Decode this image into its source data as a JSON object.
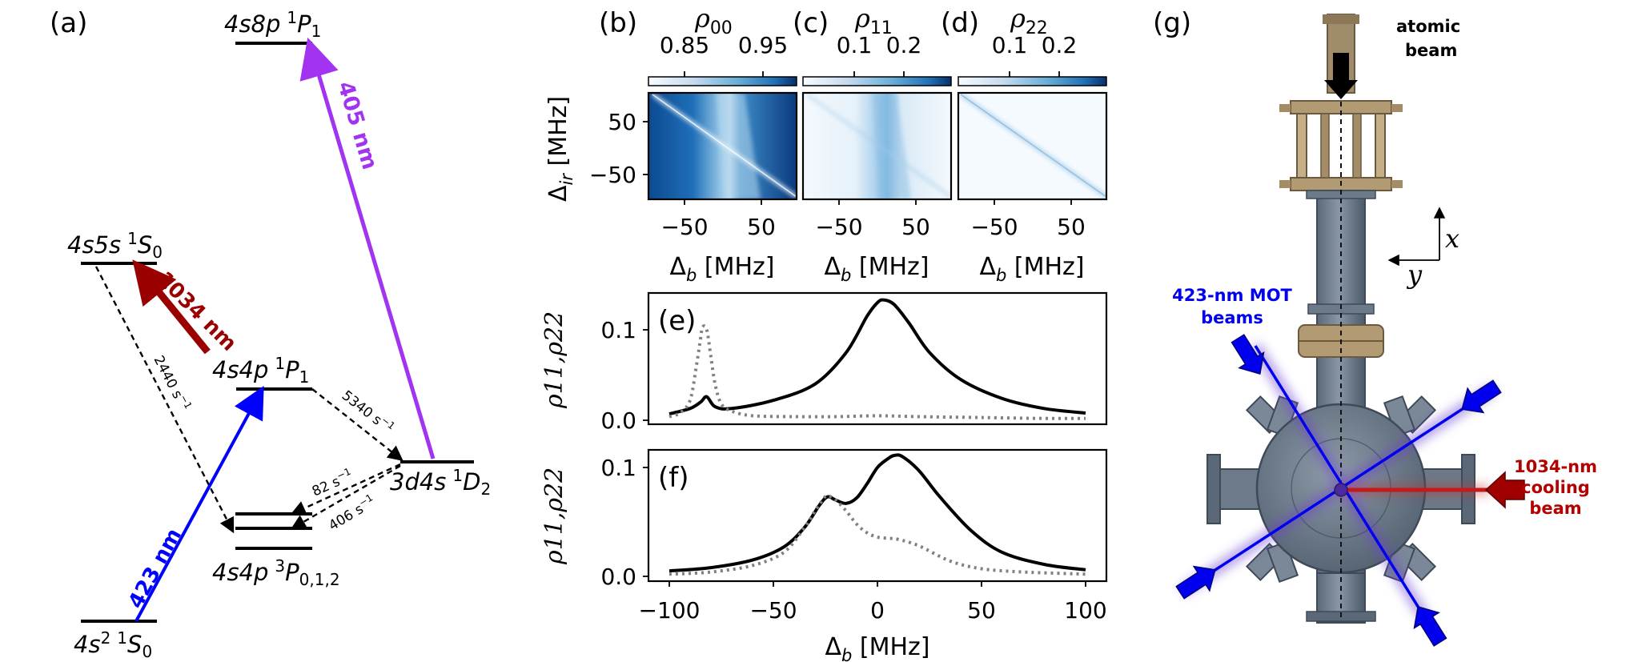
{
  "panel_a": {
    "label": "(a)",
    "levels": [
      {
        "id": "4s8p",
        "config": "4s8p",
        "term_sup": "1",
        "term": "P",
        "term_sub": "1"
      },
      {
        "id": "4s5s",
        "config": "4s5s",
        "term_sup": "1",
        "term": "S",
        "term_sub": "0"
      },
      {
        "id": "4s4p1P1",
        "config": "4s4p",
        "term_sup": "1",
        "term": "P",
        "term_sub": "1"
      },
      {
        "id": "3d4s",
        "config": "3d4s",
        "term_sup": "1",
        "term": "D",
        "term_sub": "2"
      },
      {
        "id": "4s4p3P",
        "config": "4s4p",
        "term_sup": "3",
        "term": "P",
        "term_sub": "0,1,2"
      },
      {
        "id": "4s2",
        "config": "4s",
        "config_sup": "2",
        "term_sup": "1",
        "term": "S",
        "term_sub": "0"
      }
    ],
    "transitions": [
      {
        "label": "405 nm",
        "color": "#a233f0"
      },
      {
        "label": "1034 nm",
        "color": "#9b0000"
      },
      {
        "label": "423 nm",
        "color": "#0000ff"
      }
    ],
    "decays": [
      "2440 s",
      "5340 s",
      "82 s",
      "406 s"
    ],
    "decay_unit_sup": "−1"
  },
  "heatmaps": {
    "panels": [
      {
        "label": "(b)",
        "rho_sub": "00",
        "ticks": [
          "0.85",
          "0.95"
        ]
      },
      {
        "label": "(c)",
        "rho_sub": "11",
        "ticks": [
          "0.1",
          "0.2"
        ]
      },
      {
        "label": "(d)",
        "rho_sub": "22",
        "ticks": [
          "0.1",
          "0.2"
        ]
      }
    ],
    "ylabel": "Δ",
    "ylabel_sub": "ir",
    "ylabel_unit": " [MHz]",
    "xlabel": "Δ",
    "xlabel_sub": "b",
    "xlabel_unit": " [MHz]",
    "y_ticks": [
      "50",
      "−50"
    ],
    "x_ticks": [
      "−50",
      "50"
    ],
    "colormap": [
      "#f7fbff",
      "#08306b"
    ]
  },
  "line_plots": {
    "ylabel": "ρ11,ρ22",
    "xlabel": "Δ",
    "xlabel_sub": "b",
    "xlabel_unit": " [MHz]",
    "x_ticks": [
      "−100",
      "−50",
      "0",
      "50",
      "100"
    ],
    "panel_e": {
      "label": "(e)",
      "y_ticks": [
        "0.0",
        "0.1"
      ]
    },
    "panel_f": {
      "label": "(f)",
      "y_ticks": [
        "0.0",
        "0.1"
      ]
    }
  },
  "chart_data": [
    {
      "type": "line",
      "title": "(e)",
      "xlabel": "Δb [MHz]",
      "ylabel": "ρ11,ρ22",
      "xlim": [
        -100,
        100
      ],
      "ylim": [
        0,
        0.14
      ],
      "grid": false,
      "series": [
        {
          "style": "solid",
          "color": "#000000",
          "x": [
            -100,
            -90,
            -85,
            -82,
            -78,
            -70,
            -50,
            -30,
            -15,
            -5,
            0,
            3,
            8,
            15,
            25,
            40,
            60,
            80,
            100
          ],
          "y": [
            0.007,
            0.013,
            0.02,
            0.026,
            0.015,
            0.013,
            0.022,
            0.04,
            0.075,
            0.115,
            0.13,
            0.133,
            0.128,
            0.108,
            0.075,
            0.045,
            0.024,
            0.013,
            0.008
          ]
        },
        {
          "style": "dotted",
          "color": "#808080",
          "x": [
            -100,
            -95,
            -90,
            -87,
            -85,
            -84,
            -82,
            -80,
            -78,
            -75,
            -70,
            -60,
            -40,
            -20,
            0,
            20,
            50,
            80,
            100
          ],
          "y": [
            0.004,
            0.008,
            0.022,
            0.06,
            0.09,
            0.103,
            0.1,
            0.07,
            0.04,
            0.018,
            0.01,
            0.005,
            0.004,
            0.004,
            0.005,
            0.004,
            0.003,
            0.002,
            0.002
          ]
        }
      ]
    },
    {
      "type": "line",
      "title": "(f)",
      "xlabel": "Δb [MHz]",
      "ylabel": "ρ11,ρ22",
      "xlim": [
        -100,
        100
      ],
      "ylim": [
        0,
        0.115
      ],
      "grid": false,
      "series": [
        {
          "style": "solid",
          "color": "#000000",
          "x": [
            -100,
            -80,
            -60,
            -45,
            -35,
            -28,
            -24,
            -20,
            -15,
            -10,
            -5,
            0,
            5,
            8,
            12,
            20,
            30,
            45,
            60,
            80,
            100
          ],
          "y": [
            0.005,
            0.008,
            0.015,
            0.027,
            0.045,
            0.065,
            0.073,
            0.07,
            0.067,
            0.072,
            0.085,
            0.1,
            0.108,
            0.111,
            0.11,
            0.097,
            0.073,
            0.042,
            0.022,
            0.011,
            0.006
          ]
        },
        {
          "style": "dotted",
          "color": "#808080",
          "x": [
            -100,
            -80,
            -60,
            -45,
            -35,
            -30,
            -26,
            -24,
            -20,
            -15,
            -10,
            -5,
            0,
            5,
            10,
            20,
            35,
            50,
            70,
            100
          ],
          "y": [
            0.002,
            0.004,
            0.01,
            0.022,
            0.045,
            0.06,
            0.071,
            0.074,
            0.07,
            0.06,
            0.048,
            0.04,
            0.036,
            0.035,
            0.034,
            0.028,
            0.014,
            0.007,
            0.004,
            0.002
          ]
        }
      ]
    }
  ],
  "panel_g": {
    "label": "(g)",
    "atomic_beam": "atomic\nbeam",
    "atomic_beam_l1": "atomic",
    "atomic_beam_l2": "beam",
    "mot_l1": "423-nm MOT",
    "mot_l2": "beams",
    "cool_l1": "1034-nm",
    "cool_l2": "cooling",
    "cool_l3": "beam",
    "axis_x": "x",
    "axis_y": "y",
    "colors": {
      "mot": "#0000ee",
      "cooling": "#b30000",
      "chamber": "#5c6b7c",
      "brass": "#b29a72"
    }
  }
}
